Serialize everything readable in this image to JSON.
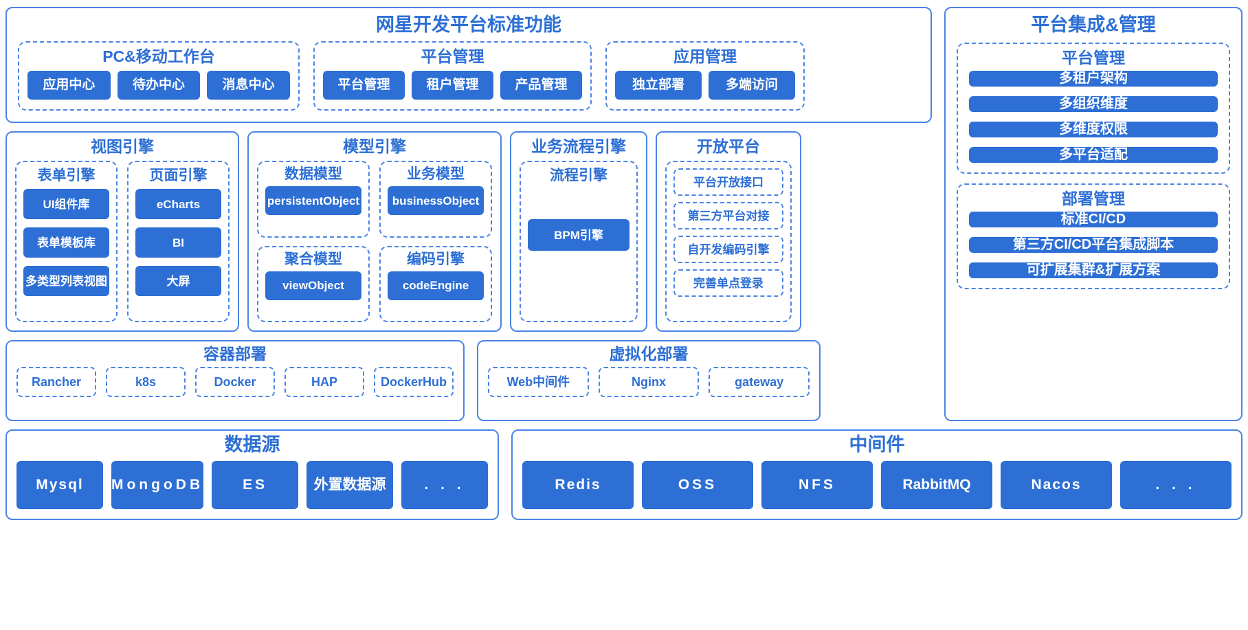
{
  "left": {
    "standard": {
      "title": "网星开发平台标准功能",
      "groups": [
        {
          "title": "PC&移动工作台",
          "items": [
            "应用中心",
            "待办中心",
            "消息中心"
          ]
        },
        {
          "title": "平台管理",
          "items": [
            "平台管理",
            "租户管理",
            "产品管理"
          ]
        },
        {
          "title": "应用管理",
          "items": [
            "独立部署",
            "多端访问"
          ]
        }
      ]
    },
    "engines": {
      "view": {
        "title": "视图引擎",
        "subs": [
          {
            "title": "表单引擎",
            "items": [
              "UI组件库",
              "表单模板库",
              "多类型列表视图"
            ]
          },
          {
            "title": "页面引擎",
            "items": [
              "eCharts",
              "BI",
              "大屏"
            ]
          }
        ]
      },
      "model": {
        "title": "模型引擎",
        "cells": [
          {
            "title": "数据模型",
            "item": "persistentObject"
          },
          {
            "title": "业务模型",
            "item": "businessObject"
          },
          {
            "title": "聚合模型",
            "item": "viewObject"
          },
          {
            "title": "编码引擎",
            "item": "codeEngine"
          }
        ]
      },
      "flow": {
        "title": "业务流程引擎",
        "sub_title": "流程引擎",
        "item": "BPM引擎"
      },
      "open": {
        "title": "开放平台",
        "items": [
          "平台开放接口",
          "第三方平台对接",
          "自开发编码引擎",
          "完善单点登录"
        ]
      }
    },
    "deployment": [
      {
        "title": "容器部署",
        "items": [
          "Rancher",
          "k8s",
          "Docker",
          "HAP",
          "DockerHub"
        ]
      },
      {
        "title": "虚拟化部署",
        "items": [
          "Web中间件",
          "Nginx",
          "gateway"
        ]
      }
    ],
    "datalayer": [
      {
        "title": "数据源",
        "items": [
          "Mysql",
          "MongoDB",
          "ES",
          "外置数据源",
          ". . ."
        ]
      },
      {
        "title": "中间件",
        "items": [
          "Redis",
          "OSS",
          "NFS",
          "RabbitMQ",
          "Nacos",
          ". . ."
        ]
      }
    ]
  },
  "right": {
    "title": "平台集成&管理",
    "groups": [
      {
        "title": "平台管理",
        "items": [
          "多租户架构",
          "多组织维度",
          "多维度权限",
          "多平台适配"
        ]
      },
      {
        "title": "部署管理",
        "items": [
          "标准CI/CD",
          "第三方CI/CD平台集成脚本",
          "可扩展集群&扩展方案"
        ]
      }
    ]
  },
  "colors": {
    "accent": "#2d6fd5",
    "border": "#4a84e6",
    "chip_fill": "#2d6fd5",
    "chip_text": "#ffffff",
    "background": "#ffffff"
  }
}
